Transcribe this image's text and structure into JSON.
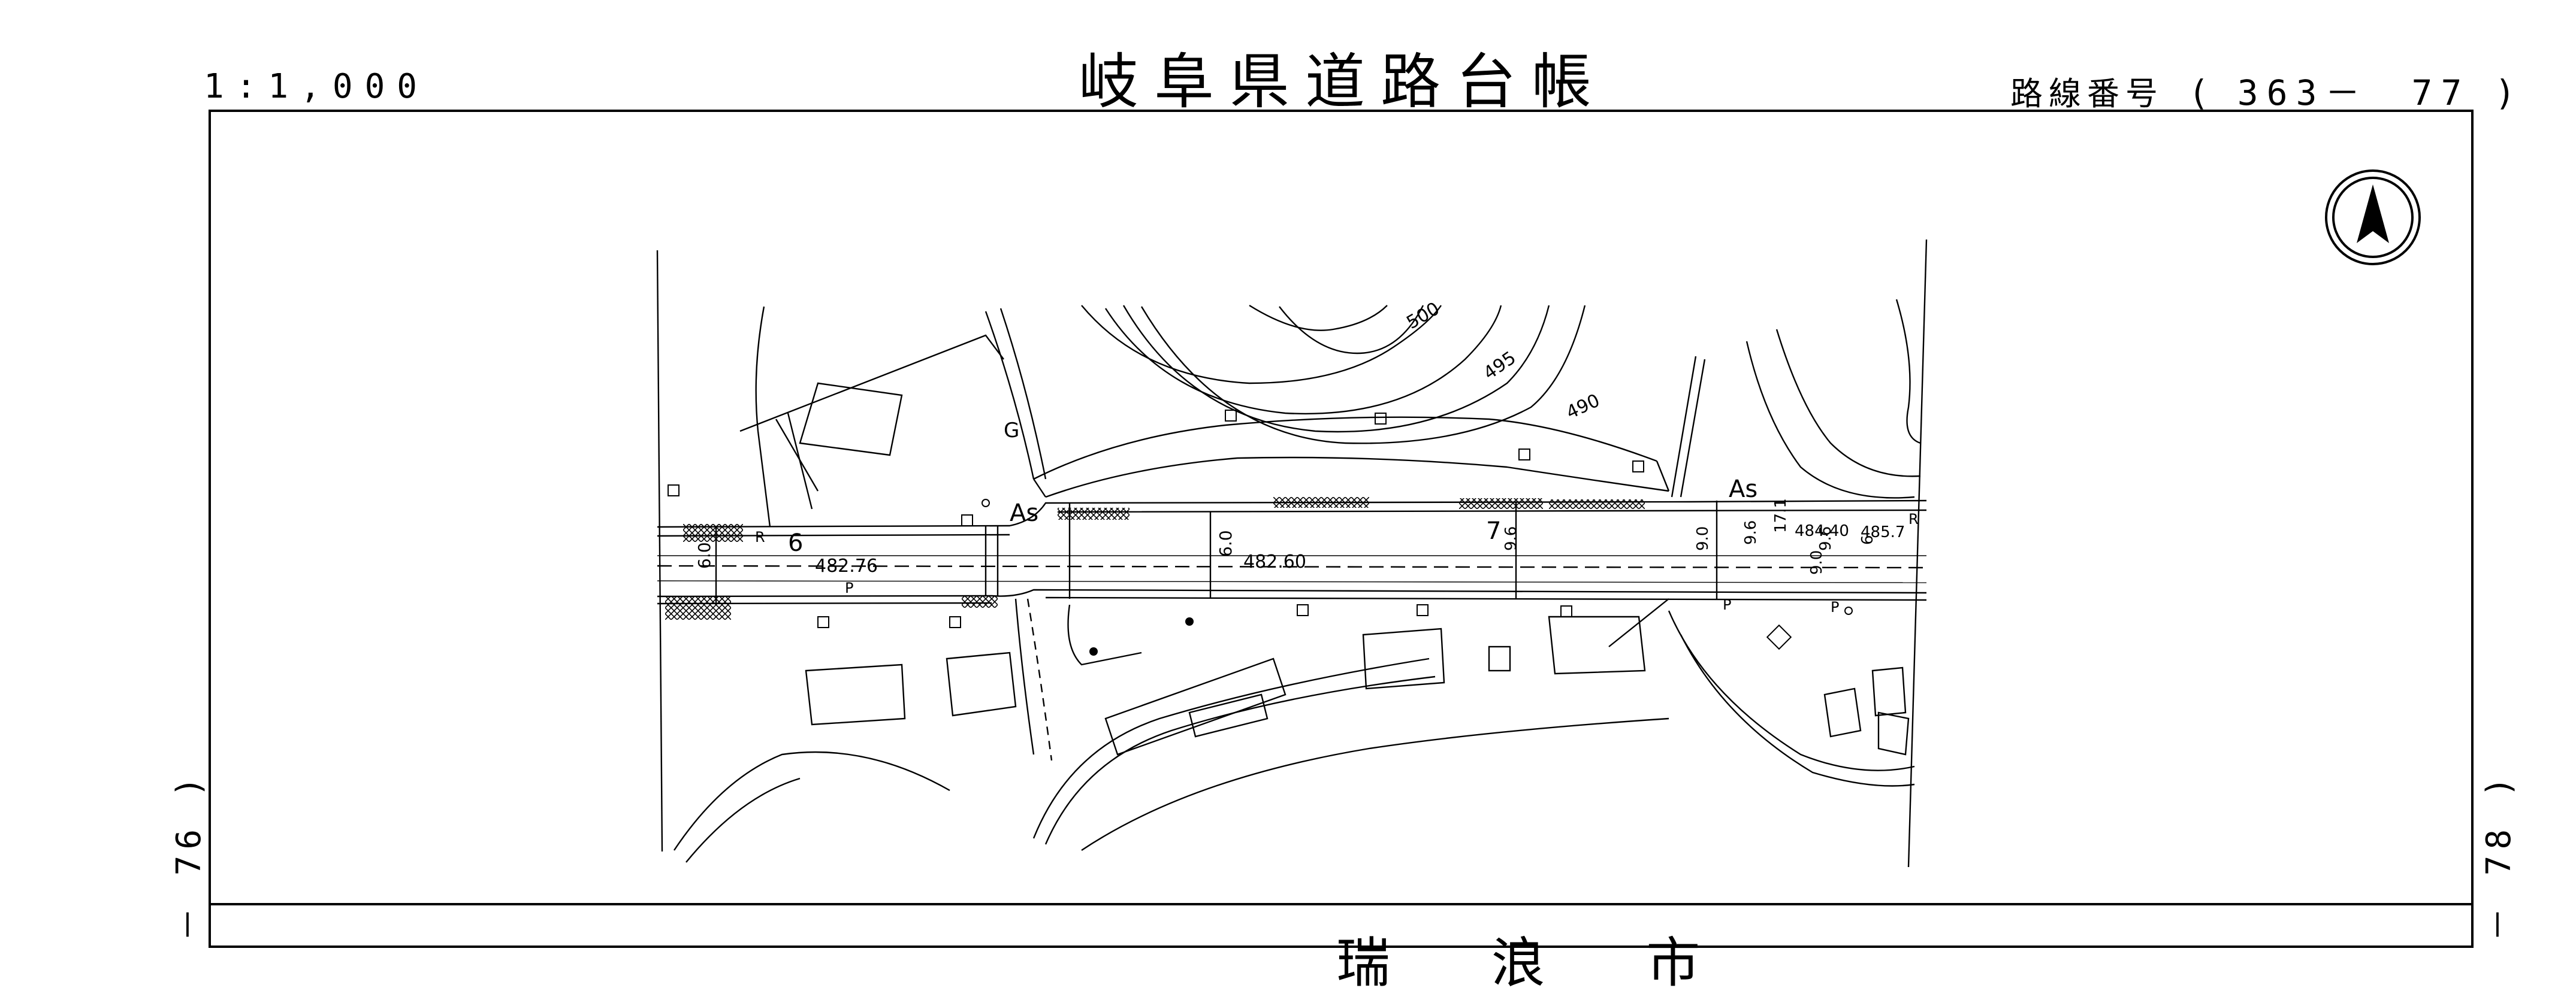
{
  "header": {
    "title": "岐阜県道路台帳",
    "scale": "1:1,000",
    "route_label": "路線番号",
    "route_number": "363－　77"
  },
  "page_refs": {
    "left": "－ 76 )",
    "right": "－ 78 )"
  },
  "bottom_text": "瑞 浪 市",
  "map": {
    "contours": [
      "500",
      "495",
      "490"
    ],
    "surface_labels": [
      "As",
      "As",
      "G"
    ],
    "station_numbers": [
      "6",
      "7"
    ],
    "elevations": [
      "482.76",
      "482.60",
      "484.40",
      "485.7"
    ],
    "widths": [
      "6.0",
      "6.0",
      "9.6",
      "9.0",
      "9.6",
      "17.1",
      "9.0",
      "9.6",
      "6"
    ],
    "markers": [
      "R",
      "R",
      "P",
      "P",
      "P"
    ]
  },
  "colors": {
    "ink": "#000000",
    "paper": "#ffffff"
  }
}
